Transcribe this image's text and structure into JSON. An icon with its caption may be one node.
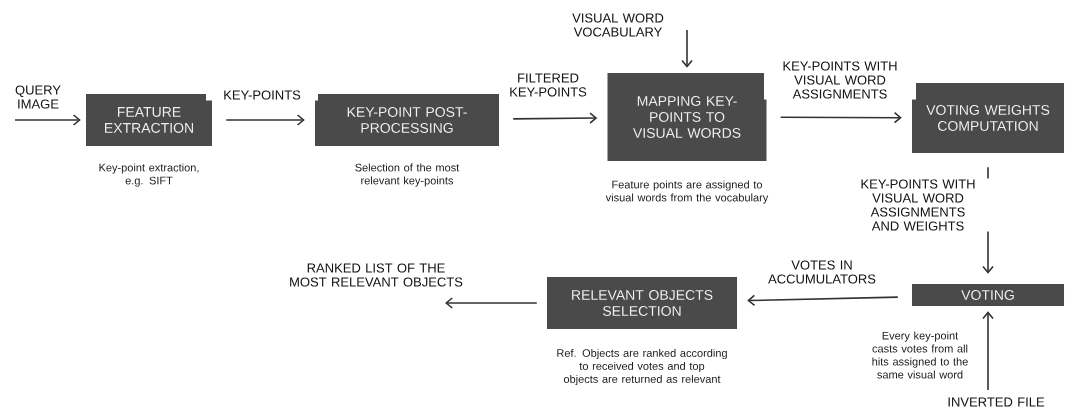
{
  "diagram": {
    "nodes": [
      {
        "text": [
          "FEATURE EXTRACTION"
        ],
        "beside": [
          "Key-point extraction, e.g. SIFT"
        ]
      },
      {
        "text": [
          "KEY-POINT POST-PROCESSING"
        ],
        "beside": [
          "Selection of the most relevant key-points"
        ]
      },
      {
        "text": [
          "MAPPING KEY-POINTS TO VISUAL WORDS"
        ],
        "beside": [
          "Feature points are assigned to visual words from the vocabulary"
        ]
      },
      {
        "text": [
          "VOTING WEIGHTS COMPUTATION"
        ]
      },
      {
        "text": [
          "VOTING"
        ],
        "beside": [
          "Every key-point casts votes from all hits assigned to the same visual word"
        ]
      },
      {
        "text": [
          "RELEVANT OBJECTS SELECTION"
        ],
        "beside": [
          "Ref. Objects are ranked according to received votes and top objects are returned as relevant"
        ]
      }
    ],
    "edges": [
      {
        "from": null,
        "to": 0,
        "arrow": "to",
        "label": "QUERY IMAGE"
      },
      {
        "from": 0,
        "to": 1,
        "arrow": "to",
        "label": "KEY-POINTS"
      },
      {
        "from": 1,
        "to": 2,
        "arrow": "to",
        "label": "FILTERED KEY-POINTS"
      },
      {
        "from": null,
        "to": 2,
        "arrow": "to",
        "label": "VISUAL WORD VOCABULARY"
      },
      {
        "from": 2,
        "to": 3,
        "arrow": "to",
        "label": "KEY-POINTS WITH VISUAL WORD ASSIGNMENTS"
      },
      {
        "from": 3,
        "to": 4,
        "arrow": "to",
        "label": "KEY-POINTS WITH VISUAL WORD ASSIGNMENTS AND WEIGHTS"
      },
      {
        "from": null,
        "to": 4,
        "arrow": "to",
        "label": "INVERTED FILE"
      },
      {
        "from": 4,
        "to": 5,
        "arrow": "to",
        "label": "VOTES IN ACCUMULATORS"
      },
      {
        "from": 5,
        "to": null,
        "arrow": "to",
        "label": "RANKED LIST OF THE MOST RELEVANT OBJECTS"
      }
    ]
  }
}
